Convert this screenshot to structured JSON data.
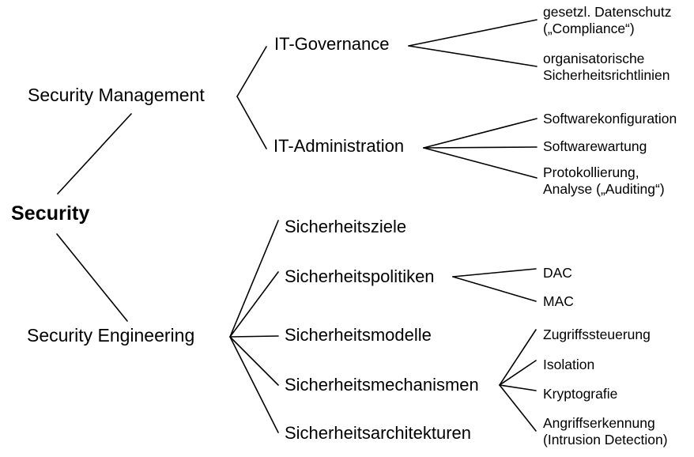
{
  "diagram": {
    "type": "tree",
    "orientation": "left-to-right",
    "background_color": "#ffffff",
    "line_color": "#000000",
    "text_color": "#000000",
    "root": {
      "label": "Security"
    },
    "level1": [
      {
        "label": "Security Management"
      },
      {
        "label": "Security Engineering"
      }
    ],
    "level2": {
      "security_management": [
        {
          "label": "IT-Governance"
        },
        {
          "label": "IT-Administration"
        }
      ],
      "security_engineering": [
        {
          "label": "Sicherheitsziele"
        },
        {
          "label": "Sicherheitspolitiken"
        },
        {
          "label": "Sicherheitsmodelle"
        },
        {
          "label": "Sicherheitsmechanismen"
        },
        {
          "label": "Sicherheitsarchitekturen"
        }
      ]
    },
    "level3": {
      "it_governance": [
        {
          "label": "gesetzl. Datenschutz\n(„Compliance“)"
        },
        {
          "label": "organisatorische\nSicherheitsrichtlinien"
        }
      ],
      "it_administration": [
        {
          "label": "Softwarekonfiguration"
        },
        {
          "label": "Softwarewartung"
        },
        {
          "label": "Protokollierung,\nAnalyse („Auditing“)"
        }
      ],
      "sicherheitspolitiken": [
        {
          "label": "DAC"
        },
        {
          "label": "MAC"
        }
      ],
      "sicherheitsmechanismen": [
        {
          "label": "Zugriffssteuerung"
        },
        {
          "label": "Isolation"
        },
        {
          "label": "Kryptografie"
        },
        {
          "label": "Angriffserkennung\n(Intrusion Detection)"
        }
      ]
    }
  }
}
